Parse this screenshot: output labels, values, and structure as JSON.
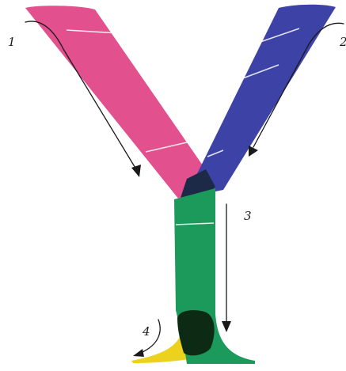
{
  "letter": "Y",
  "strokes": [
    {
      "order_label": "1",
      "color": "#e2508e",
      "part": "left-diagonal"
    },
    {
      "order_label": "2",
      "color": "#3d42a6",
      "part": "right-diagonal"
    },
    {
      "order_label": "3",
      "color": "#1b9a5c",
      "part": "stem"
    },
    {
      "order_label": "4",
      "color": "#ecd21f",
      "part": "foot-serif"
    }
  ],
  "colors": {
    "overlap_dark": "#1c2a47",
    "stem_overlap_dark": "#0d2a14",
    "foot_right": "#1b9a5c"
  }
}
